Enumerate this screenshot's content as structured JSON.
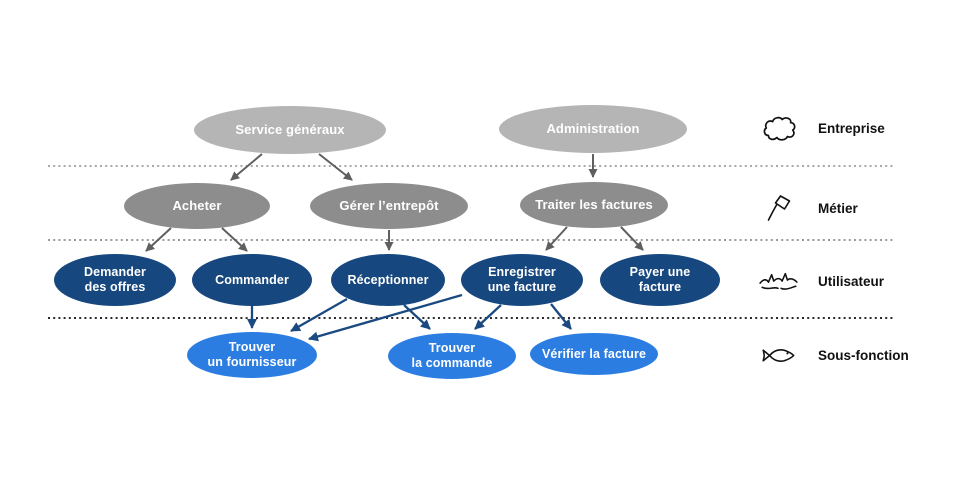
{
  "diagram": {
    "title_hidden": "",
    "levels": [
      {
        "label": "Entreprise",
        "icon": "cloud-icon"
      },
      {
        "label": "Métier",
        "icon": "kite-icon"
      },
      {
        "label": "Utilisateur",
        "icon": "waves-icon"
      },
      {
        "label": "Sous-fonction",
        "icon": "fish-icon"
      }
    ],
    "nodes": {
      "service_generaux": {
        "label": "Service généraux",
        "level": "Entreprise"
      },
      "administration": {
        "label": "Administration",
        "level": "Entreprise"
      },
      "acheter": {
        "label": "Acheter",
        "level": "Métier"
      },
      "gerer_entrepot": {
        "label": "Gérer l’entrepôt",
        "level": "Métier"
      },
      "traiter_factures": {
        "label": "Traiter les factures",
        "level": "Métier"
      },
      "demander_offres": {
        "label": "Demander\ndes offres",
        "level": "Utilisateur"
      },
      "commander": {
        "label": "Commander",
        "level": "Utilisateur"
      },
      "receptionner": {
        "label": "Réceptionner",
        "level": "Utilisateur"
      },
      "enregistrer_facture": {
        "label": "Enregistrer\nune facture",
        "level": "Utilisateur"
      },
      "payer_facture": {
        "label": "Payer une\nfacture",
        "level": "Utilisateur"
      },
      "trouver_fournisseur": {
        "label": "Trouver\nun fournisseur",
        "level": "Sous-fonction"
      },
      "trouver_commande": {
        "label": "Trouver\nla commande",
        "level": "Sous-fonction"
      },
      "verifier_facture": {
        "label": "Vérifier la facture",
        "level": "Sous-fonction"
      }
    },
    "edges": [
      {
        "from": "Service généraux",
        "to": "Acheter"
      },
      {
        "from": "Service généraux",
        "to": "Gérer l’entrepôt"
      },
      {
        "from": "Administration",
        "to": "Traiter les factures"
      },
      {
        "from": "Acheter",
        "to": "Demander des offres"
      },
      {
        "from": "Acheter",
        "to": "Commander"
      },
      {
        "from": "Gérer l’entrepôt",
        "to": "Réceptionner"
      },
      {
        "from": "Traiter les factures",
        "to": "Enregistrer une facture"
      },
      {
        "from": "Traiter les factures",
        "to": "Payer une facture"
      },
      {
        "from": "Commander",
        "to": "Trouver un fournisseur"
      },
      {
        "from": "Réceptionner",
        "to": "Trouver un fournisseur"
      },
      {
        "from": "Réceptionner",
        "to": "Trouver la commande"
      },
      {
        "from": "Enregistrer une facture",
        "to": "Trouver un fournisseur"
      },
      {
        "from": "Enregistrer une facture",
        "to": "Trouver la commande"
      },
      {
        "from": "Enregistrer une facture",
        "to": "Vérifier la facture"
      }
    ],
    "colors": {
      "entreprise_fill": "#b5b5b5",
      "metier_fill": "#8d8d8d",
      "utilisateur_fill": "#17477f",
      "sous_fonction_fill": "#2c7de2",
      "gray_arrow": "#5f5f5f",
      "navy_arrow": "#1b4a80",
      "node_text": "#ffffff",
      "legend_text": "#111111"
    }
  }
}
